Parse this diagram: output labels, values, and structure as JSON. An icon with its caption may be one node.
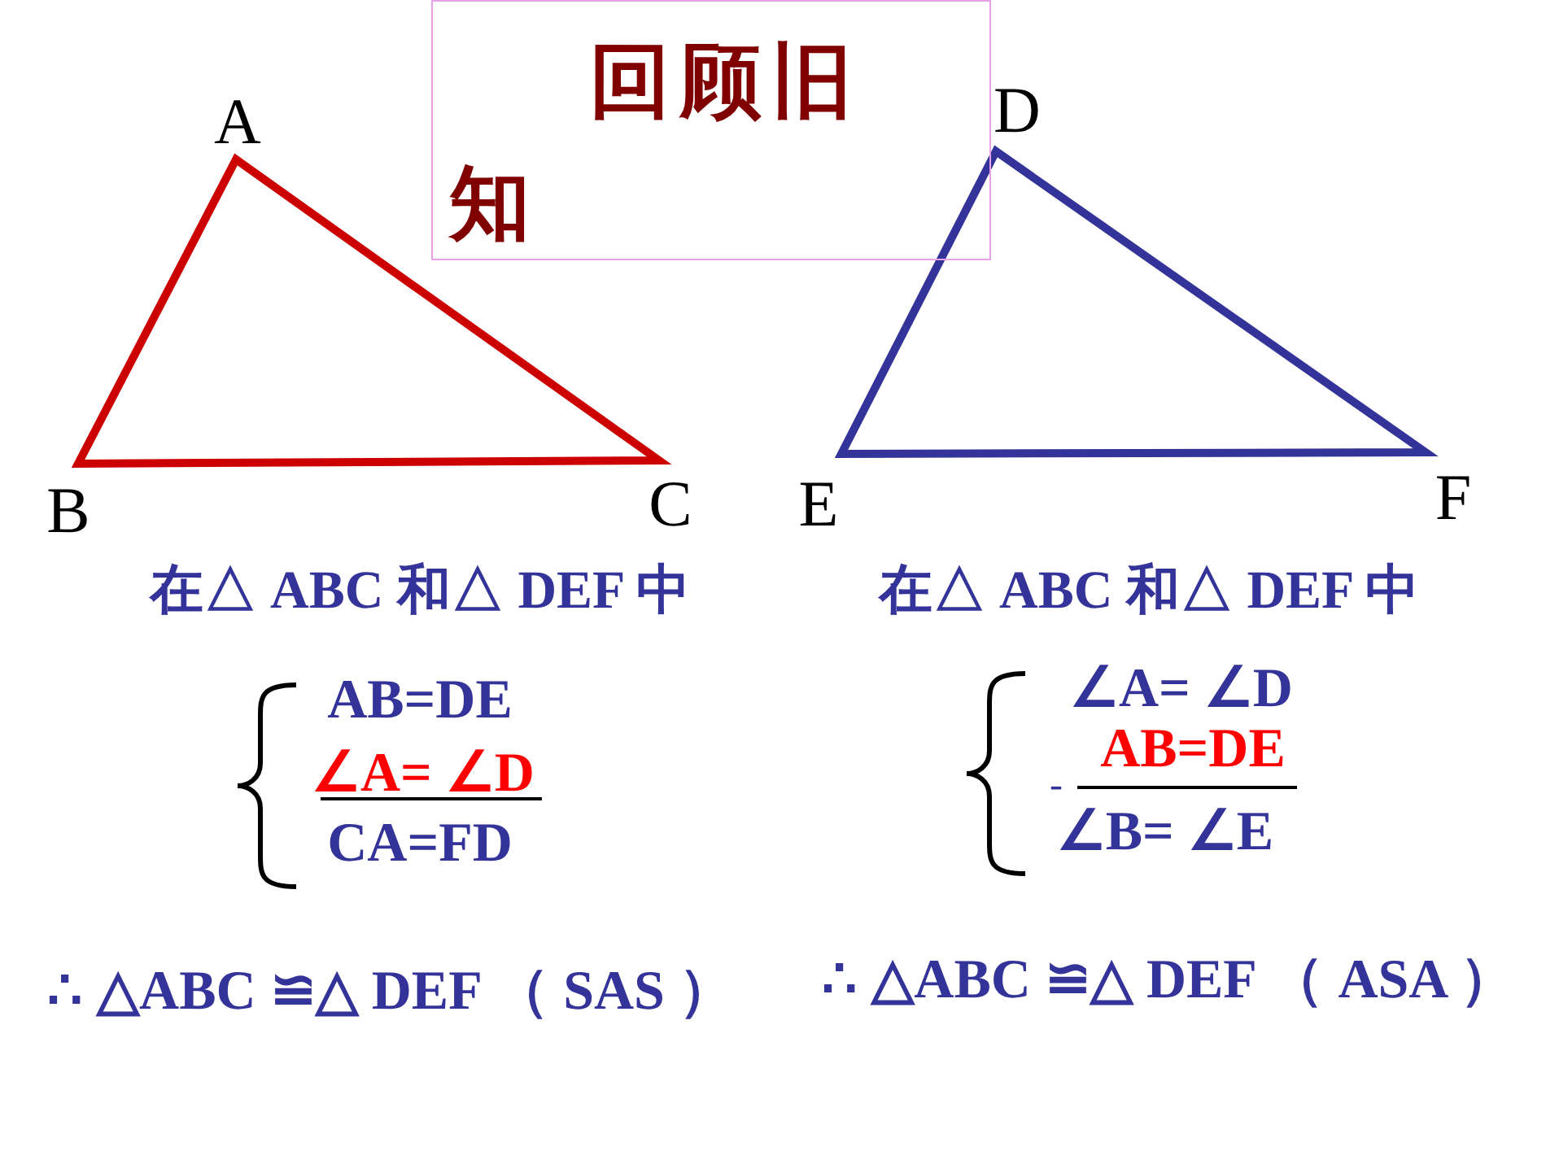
{
  "diagram": {
    "nodes": [
      {
        "text": [
          "回顾旧知"
        ]
      }
    ],
    "labels": [
      "A",
      "B",
      "C",
      "D",
      "E",
      "F",
      "在△ ABC 和△ DEF 中",
      "AB=DE",
      "∠A= ∠D",
      "CA=FD",
      "在△ ABC 和△ DEF 中",
      "∠A= ∠D",
      "AB=DE",
      "-",
      "∠B= ∠E",
      "∴ △ABC ≌△ DEF （ SAS ）",
      "∴ △ABC ≌△ DEF （ ASA ）"
    ]
  }
}
